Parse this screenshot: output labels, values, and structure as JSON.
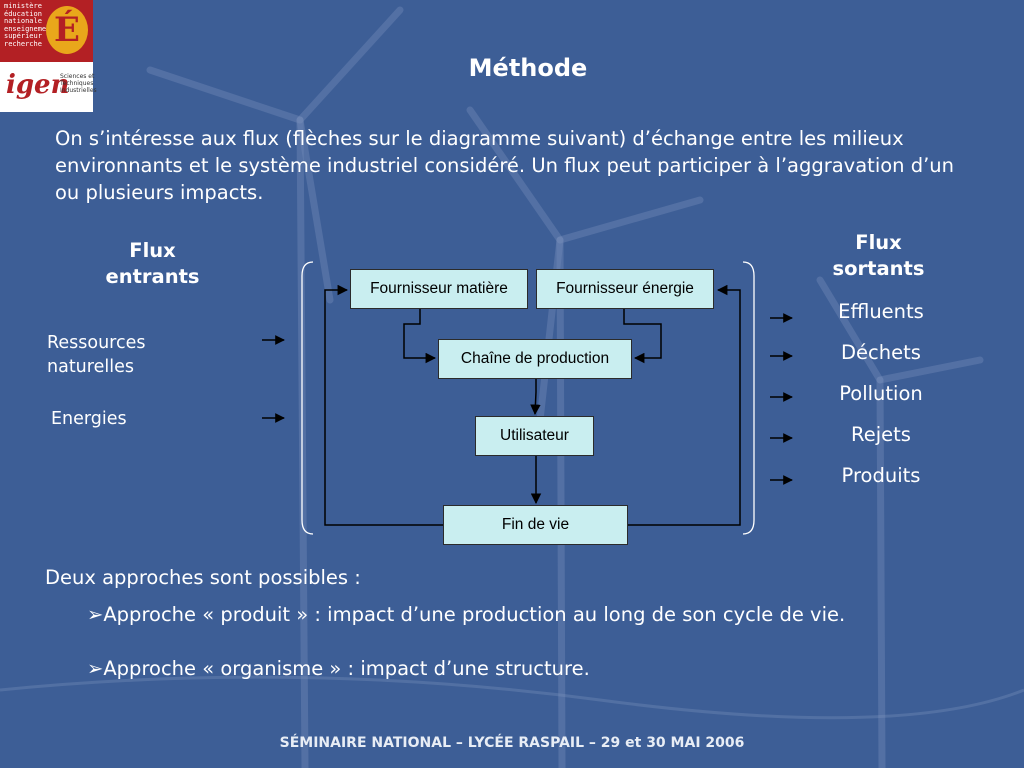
{
  "logo": {
    "ministry_lines": [
      "ministère",
      "éducation",
      "nationale",
      "enseignement",
      "supérieur",
      "recherche"
    ],
    "ministry_letter": "É",
    "igen_text": "igen",
    "sti_lines": [
      "Sciences et",
      "Techniques",
      "Industrielles"
    ]
  },
  "slide": {
    "title": "Méthode",
    "intro": "On s’intéresse aux flux (flèches sur le diagramme suivant) d’échange entre les milieux environnants et le système industriel considéré. Un flux peut participer à l’aggravation d’un ou plusieurs impacts."
  },
  "diagram": {
    "in_header_line1": "Flux",
    "in_header_line2": "entrants",
    "out_header_line1": "Flux",
    "out_header_line2": "sortants",
    "inputs": {
      "ressources_line1": "Ressources",
      "ressources_line2": "naturelles",
      "energies": "Energies"
    },
    "boxes": {
      "matiere": "Fournisseur matière",
      "energie": "Fournisseur énergie",
      "chaine": "Chaîne de production",
      "utilisateur": "Utilisateur",
      "fin": "Fin de vie"
    },
    "outputs": [
      "Effluents",
      "Déchets",
      "Pollution",
      "Rejets",
      "Produits"
    ]
  },
  "approaches": {
    "lead": "Deux approches sont possibles :",
    "bullet_symbol": "➢",
    "items": [
      "Approche  « produit » : impact d’une production au long de son cycle de vie.",
      "Approche « organisme » : impact d’une structure."
    ]
  },
  "footer": "SÉMINAIRE NATIONAL – LYCÉE RASPAIL – 29 et 30 MAI 2006",
  "colors": {
    "background": "#3d5e96",
    "box_fill": "#c9eef0",
    "logo_red": "#b32024",
    "logo_gold": "#e9a71b"
  }
}
